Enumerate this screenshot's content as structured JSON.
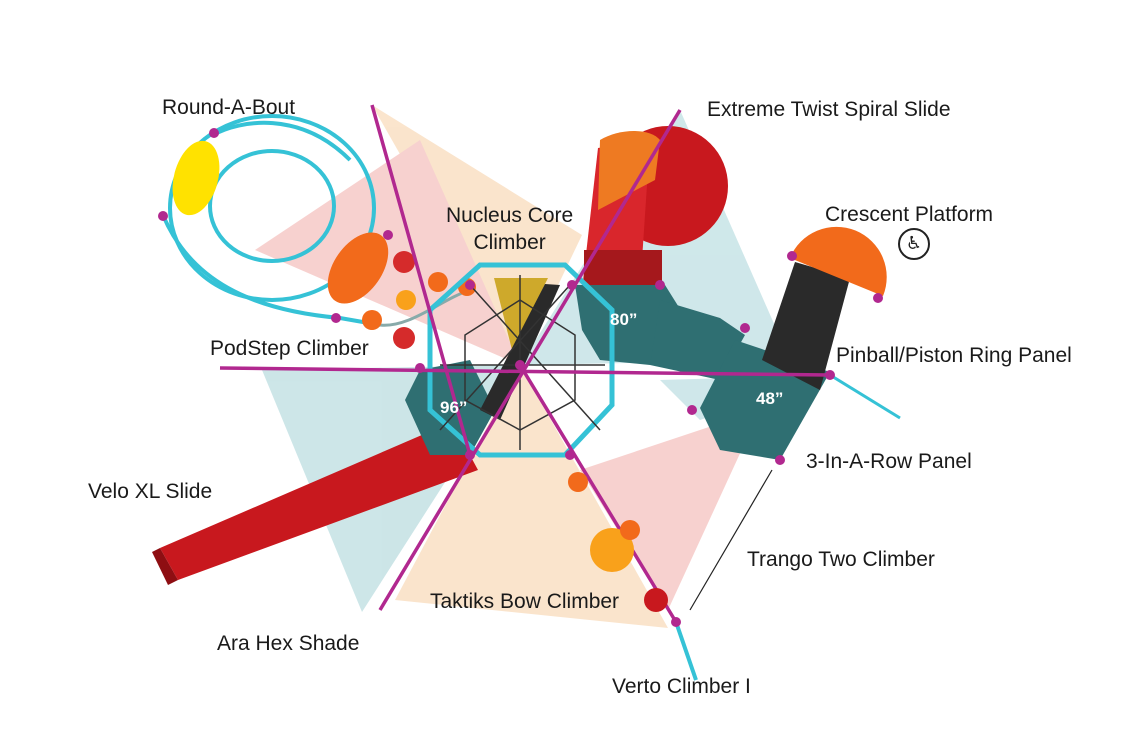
{
  "labels": {
    "round_a_bout": "Round-A-Bout",
    "extreme_twist": "Extreme Twist Spiral Slide",
    "nucleus_core": "Nucleus Core\nClimber",
    "crescent_platform": "Crescent Platform",
    "podstep": "PodStep Climber",
    "pinball": "Pinball/Piston Ring Panel",
    "velo_xl": "Velo XL Slide",
    "three_in_a_row": "3-In-A-Row Panel",
    "trango": "Trango Two Climber",
    "taktiks": "Taktiks Bow Climber",
    "ara_hex": "Ara Hex Shade",
    "verto": "Verto Climber I"
  },
  "dimensions": {
    "d80": "80”",
    "d96": "96”",
    "d48": "48”"
  },
  "icons": {
    "ada": "wheelchair-accessible-icon"
  },
  "colors": {
    "slide_red": "#c8181e",
    "deck_teal": "#2f6f72",
    "frame_cyan": "#35c2d6",
    "shade_peach": "#f9d9b8",
    "shade_pink": "#f4b8b6",
    "shade_blue": "#b7dbe0",
    "post_magenta": "#b1288f",
    "yellow_pod": "#ffe200",
    "orange_pod": "#f26a1b"
  }
}
